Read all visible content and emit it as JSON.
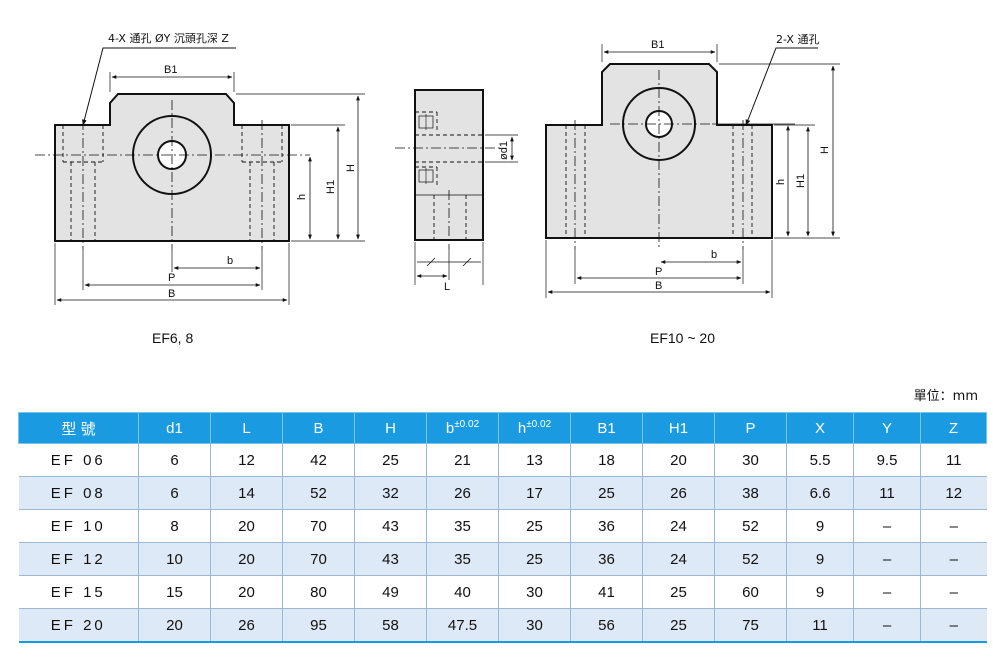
{
  "diagrams": {
    "left": {
      "caption": "EF6, 8",
      "hole_note": "4-X 通孔 ØY 沉頭孔深 Z",
      "labels": {
        "B1": "B1",
        "H": "H",
        "H1": "H1",
        "h": "h",
        "b": "b",
        "P": "P",
        "B": "B"
      }
    },
    "middle": {
      "labels": {
        "d1": "ød1",
        "L": "L"
      }
    },
    "right": {
      "caption": "EF10 ~ 20",
      "hole_note": "2-X 通孔",
      "labels": {
        "B1": "B1",
        "H": "H",
        "H1": "H1",
        "h": "h",
        "b": "b",
        "P": "P",
        "B": "B"
      }
    }
  },
  "unit_label": "單位：mm",
  "table": {
    "headers": [
      {
        "text": "型 號"
      },
      {
        "text": "d1"
      },
      {
        "text": "L"
      },
      {
        "text": "B"
      },
      {
        "text": "H"
      },
      {
        "text": "b",
        "sup": "±0.02"
      },
      {
        "text": "h",
        "sup": "±0.02"
      },
      {
        "text": "B1"
      },
      {
        "text": "H1"
      },
      {
        "text": "P"
      },
      {
        "text": "X"
      },
      {
        "text": "Y"
      },
      {
        "text": "Z"
      }
    ],
    "rows": [
      [
        "EF 06",
        "6",
        "12",
        "42",
        "25",
        "21",
        "13",
        "18",
        "20",
        "30",
        "5.5",
        "9.5",
        "11"
      ],
      [
        "EF 08",
        "6",
        "14",
        "52",
        "32",
        "26",
        "17",
        "25",
        "26",
        "38",
        "6.6",
        "11",
        "12"
      ],
      [
        "EF 10",
        "8",
        "20",
        "70",
        "43",
        "35",
        "25",
        "36",
        "24",
        "52",
        "9",
        "–",
        "–"
      ],
      [
        "EF 12",
        "10",
        "20",
        "70",
        "43",
        "35",
        "25",
        "36",
        "24",
        "52",
        "9",
        "–",
        "–"
      ],
      [
        "EF 15",
        "15",
        "20",
        "80",
        "49",
        "40",
        "30",
        "41",
        "25",
        "60",
        "9",
        "–",
        "–"
      ],
      [
        "EF 20",
        "20",
        "26",
        "95",
        "58",
        "47.5",
        "30",
        "56",
        "25",
        "75",
        "11",
        "–",
        "–"
      ]
    ]
  }
}
